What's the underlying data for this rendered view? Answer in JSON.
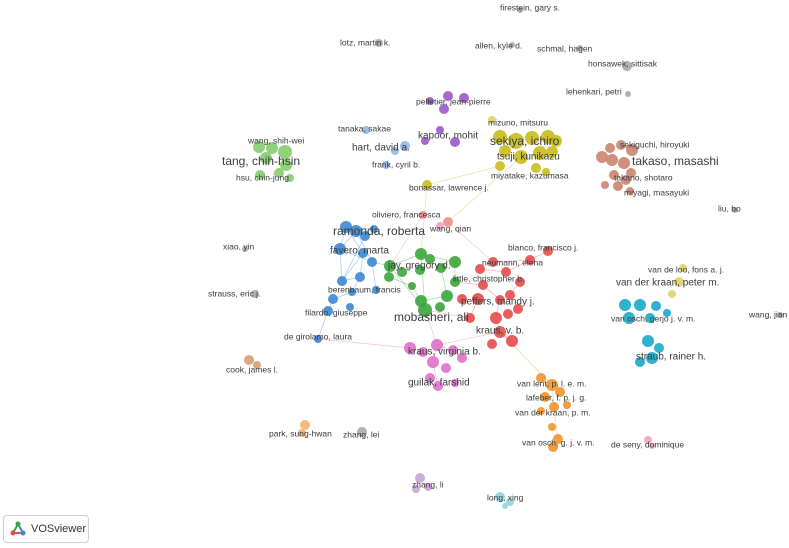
{
  "app": {
    "name": "VOSviewer",
    "logo_icon": "vosviewer-logo-icon"
  },
  "colors": {
    "red": "#e64b4b",
    "green": "#3ca53c",
    "blue": "#3d87d4",
    "yellow": "#c9be1c",
    "purple": "#9b59c9",
    "cyan": "#1aa9c8",
    "orange": "#f0952a",
    "pink": "#e070c9",
    "brown": "#c9856f",
    "lightgreen": "#86cc6e",
    "lightblue": "#8fb8e8",
    "gray": "#a8a8a8",
    "salmon": "#f08c8c",
    "lightyellow": "#e0d070",
    "lightcyan": "#8fd4e0",
    "lightpurple": "#c9a3dc",
    "lightpink": "#f0a3c0",
    "tan": "#d8a070",
    "lightorange": "#f4b46a"
  },
  "labels": [
    {
      "id": "firestein",
      "text": "firestein, gary s."
    },
    {
      "id": "lotz",
      "text": "lotz, martin k."
    },
    {
      "id": "allen",
      "text": "allen, kyle d."
    },
    {
      "id": "schmal",
      "text": "schmal, hagen"
    },
    {
      "id": "honsawek",
      "text": "honsawek, sittisak"
    },
    {
      "id": "lehenkari",
      "text": "lehenkari, petri"
    },
    {
      "id": "pelletier",
      "text": "pelletier, jean-pierre"
    },
    {
      "id": "mizuno",
      "text": "mizuno, mitsuru"
    },
    {
      "id": "sekiya",
      "text": "sekiya, ichiro"
    },
    {
      "id": "tanaka",
      "text": "tanaka, sakae"
    },
    {
      "id": "kapoor",
      "text": "kapoor, mohit"
    },
    {
      "id": "wang_sw",
      "text": "wang, shih-wei"
    },
    {
      "id": "hart",
      "text": "hart, david a."
    },
    {
      "id": "tsuji",
      "text": "tsuji, kunikazu"
    },
    {
      "id": "sekiguchi",
      "text": "sekiguchi, hiroyuki"
    },
    {
      "id": "tang",
      "text": "tang, chih-hsin"
    },
    {
      "id": "takaso",
      "text": "takaso, masashi"
    },
    {
      "id": "frank",
      "text": "frank, cyril b."
    },
    {
      "id": "hsu",
      "text": "hsu, chin-jung"
    },
    {
      "id": "miyatake",
      "text": "miyatake, kazumasa"
    },
    {
      "id": "takano",
      "text": "takano, shotaro"
    },
    {
      "id": "bonassar",
      "text": "bonassar, lawrence j."
    },
    {
      "id": "miyagi",
      "text": "miyagi, masayuki"
    },
    {
      "id": "liu",
      "text": "liu, bo"
    },
    {
      "id": "oliviero",
      "text": "oliviero, francesca"
    },
    {
      "id": "ramonda",
      "text": "ramonda, roberta"
    },
    {
      "id": "wang_q",
      "text": "wang, qian"
    },
    {
      "id": "xiao",
      "text": "xiao, yin"
    },
    {
      "id": "favero",
      "text": "favero, marta"
    },
    {
      "id": "blanco",
      "text": "blanco, francisco j."
    },
    {
      "id": "neumann",
      "text": "neumann, elena"
    },
    {
      "id": "jay",
      "text": "jay, gregory d."
    },
    {
      "id": "vandeloo",
      "text": "van de loo, fons a. j."
    },
    {
      "id": "little",
      "text": "little, christopher b."
    },
    {
      "id": "vanderkraan_pm_big",
      "text": "van der kraan, peter m."
    },
    {
      "id": "strauss",
      "text": "strauss, eric j."
    },
    {
      "id": "berenbaum",
      "text": "berenbaum, francis"
    },
    {
      "id": "peffers",
      "text": "peffers, mandy j."
    },
    {
      "id": "filardo",
      "text": "filardo, giuseppe"
    },
    {
      "id": "mobasheri",
      "text": "mobasheri, ali"
    },
    {
      "id": "vanosch_gerjo",
      "text": "van osch, gerjo j. v. m."
    },
    {
      "id": "wang_jian",
      "text": "wang, jian"
    },
    {
      "id": "kraus_vb",
      "text": "kraus, v. b."
    },
    {
      "id": "degirolamo",
      "text": "de girolamo, laura"
    },
    {
      "id": "kraus_virginia",
      "text": "kraus, virginia b."
    },
    {
      "id": "straub",
      "text": "straub, rainer h."
    },
    {
      "id": "cook",
      "text": "cook, james l."
    },
    {
      "id": "vanlent",
      "text": "van lent, p. l. e. m."
    },
    {
      "id": "guilak",
      "text": "guilak, farshid"
    },
    {
      "id": "lafeber",
      "text": "lafeber, f. p. j. g."
    },
    {
      "id": "vanderkraan_pm",
      "text": "van der kraan, p. m."
    },
    {
      "id": "park",
      "text": "park, sung-hwan"
    },
    {
      "id": "zhang_lei",
      "text": "zhang, lei"
    },
    {
      "id": "vanosch_gjvm",
      "text": "van osch, g. j. v. m."
    },
    {
      "id": "deseny",
      "text": "de seny, dominique"
    },
    {
      "id": "zhang_li",
      "text": "zhang, li"
    },
    {
      "id": "long",
      "text": "long, xing"
    }
  ]
}
